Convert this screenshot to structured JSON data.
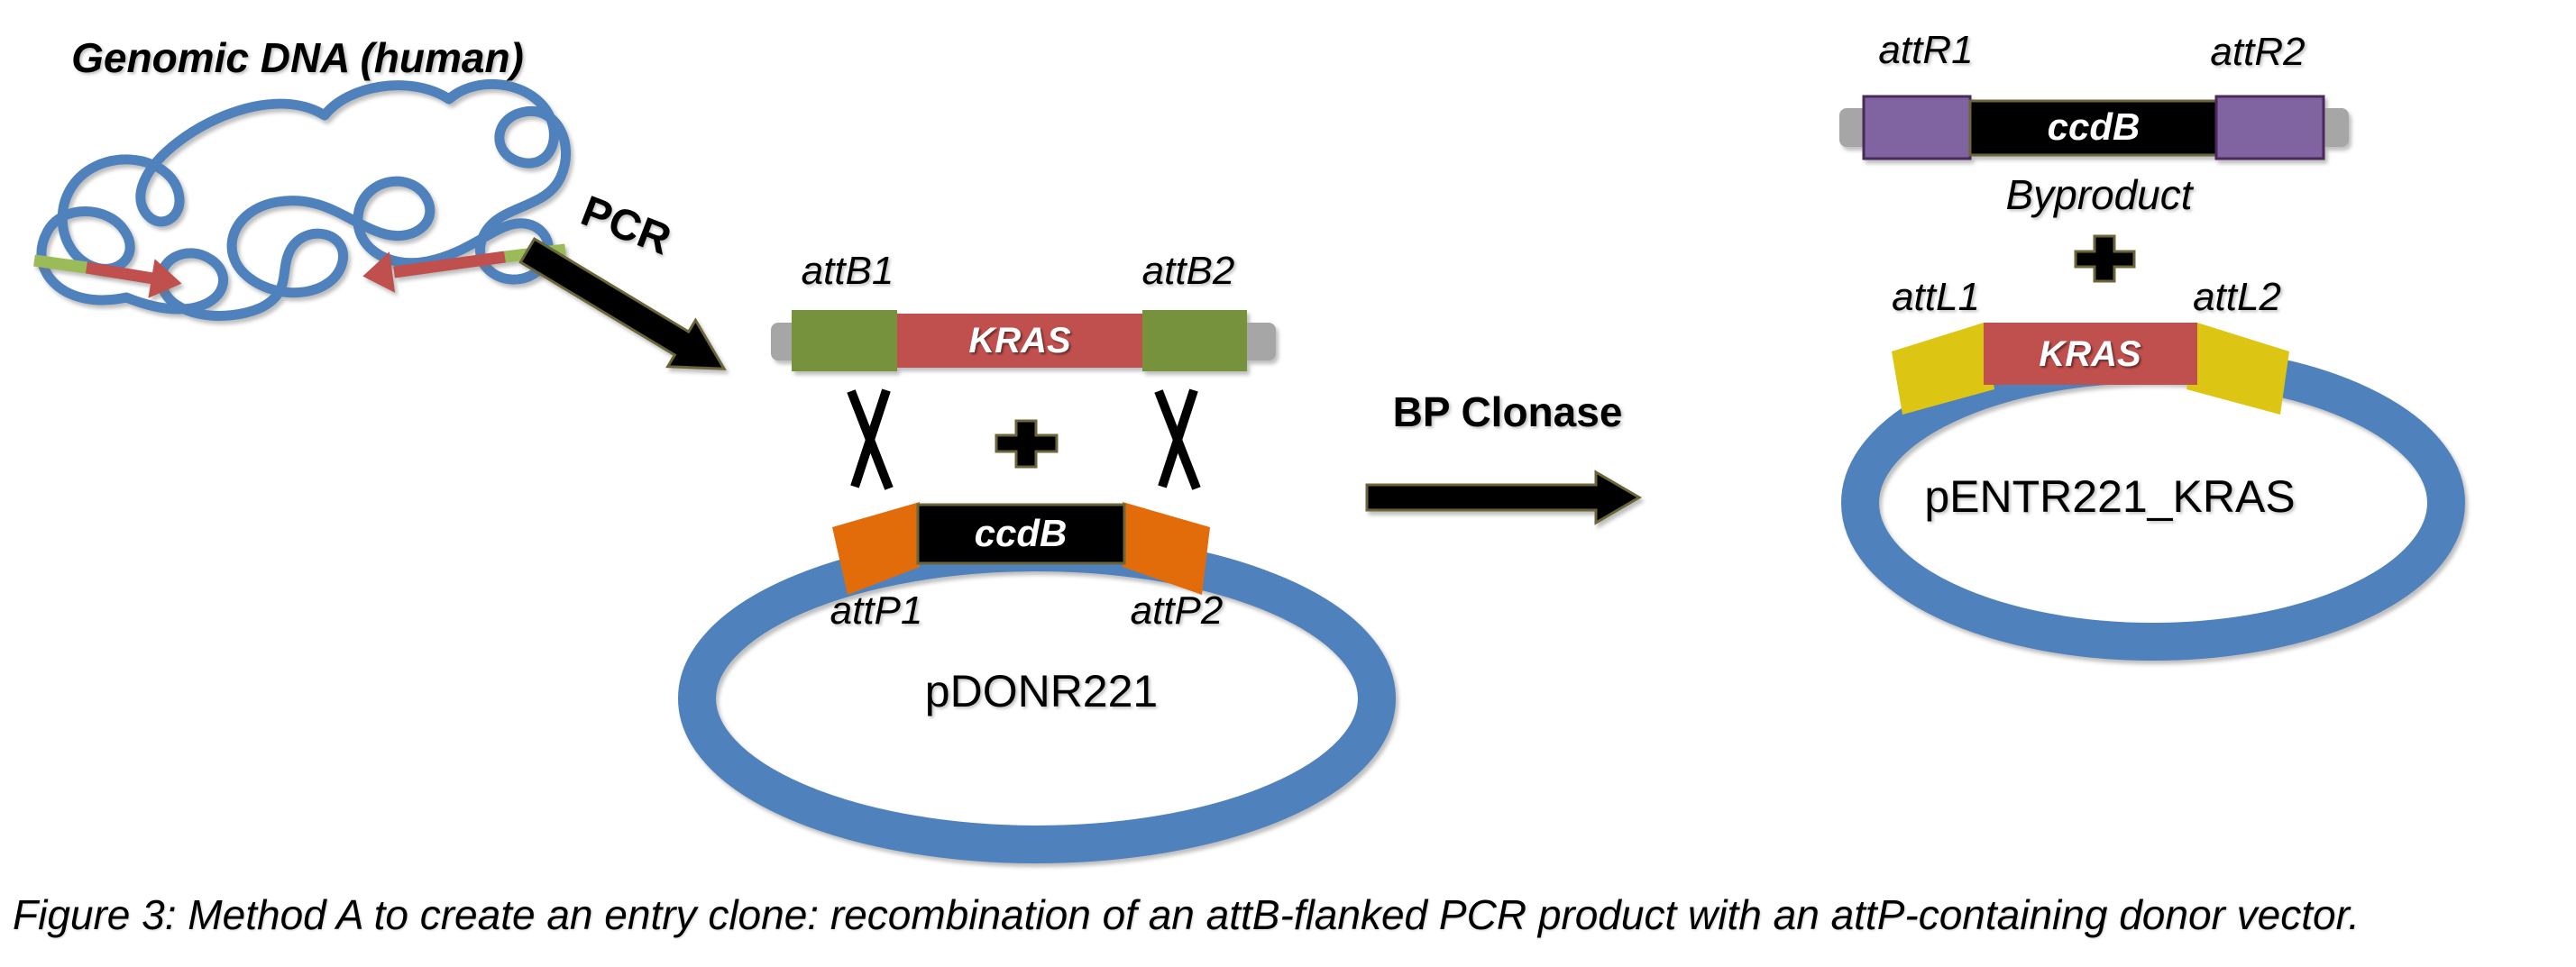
{
  "colors": {
    "dna_blue": "#4f81bd",
    "attb_green": "#76923c",
    "primer_green": "#9bbb59",
    "gene_red": "#c0504d",
    "attp_orange": "#e36c0a",
    "attr_purple": "#8064a2",
    "attr_purple_border": "#4a2a5a",
    "attl_yellow": "#ddc613",
    "bar_gray": "#a6a6a6",
    "ink_black": "#000000",
    "outline_olive": "#6b653a"
  },
  "icons": {
    "crossover": "X",
    "plus": "+"
  },
  "genomic_dna": {
    "label": "Genomic DNA (human)"
  },
  "pcr": {
    "label": "PCR"
  },
  "pcr_product": {
    "left_site": "attB1",
    "right_site": "attB2",
    "gene": "KRAS"
  },
  "donor_vector": {
    "name": "pDONR221",
    "left_site": "attP1",
    "right_site": "attP2",
    "marker": "ccdB"
  },
  "reaction": {
    "enzyme": "BP Clonase"
  },
  "byproduct": {
    "label": "Byproduct",
    "left_site": "attR1",
    "right_site": "attR2",
    "marker": "ccdB"
  },
  "entry_clone": {
    "name": "pENTR221_KRAS",
    "left_site": "attL1",
    "right_site": "attL2",
    "gene": "KRAS"
  },
  "caption": "Figure 3: Method A to create an entry clone: recombination of an attB-flanked PCR product with an attP-containing donor vector."
}
